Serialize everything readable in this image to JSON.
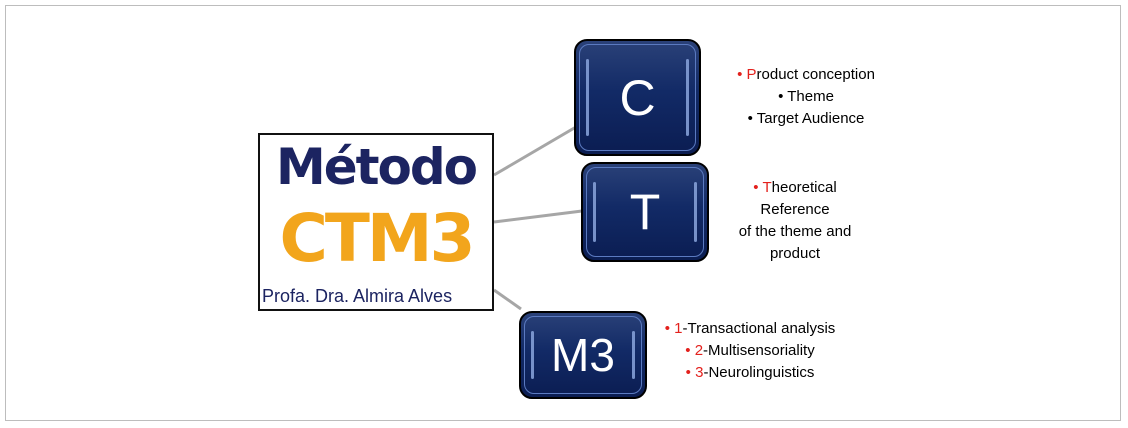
{
  "logo": {
    "line1": "Método",
    "line2": "CTM3",
    "line3": "Profa. Dra. Almira Alves"
  },
  "nodes": [
    {
      "id": "c",
      "label": "C",
      "items": [
        {
          "bullet": "•",
          "initial": "P",
          "rest": "roduct conception"
        },
        {
          "bullet": "•",
          "initial": "",
          "rest": "Theme"
        },
        {
          "bullet": "•",
          "initial": "",
          "rest": "Target Audience"
        }
      ]
    },
    {
      "id": "t",
      "label": "T",
      "items": [
        {
          "bullet": "•",
          "initial": "T",
          "rest": "heoretical Reference"
        },
        {
          "bullet": "",
          "initial": "",
          "rest": "of the theme and"
        },
        {
          "bullet": "",
          "initial": "",
          "rest": "product"
        }
      ]
    },
    {
      "id": "m3",
      "label": "M3",
      "items": [
        {
          "bullet": "•",
          "initial": "1",
          "rest": "-Transactional analysis"
        },
        {
          "bullet": "•",
          "initial": "2",
          "rest": "-Multisensoriality"
        },
        {
          "bullet": "•",
          "initial": "3",
          "rest": "-Neurolinguistics"
        }
      ]
    }
  ],
  "colors": {
    "box_fill": "#122a66",
    "logo_navy": "#1c2461",
    "logo_orange": "#f2a51c",
    "accent_red": "#e3211d",
    "connector": "#a6a6a6"
  }
}
